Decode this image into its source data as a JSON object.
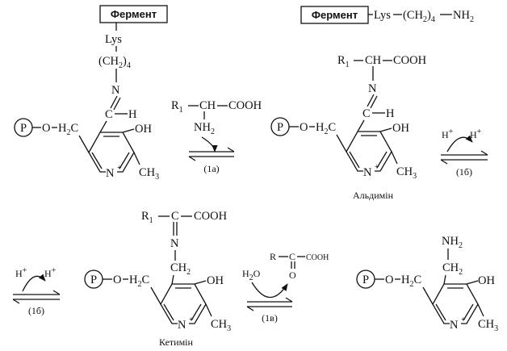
{
  "enzyme": {
    "label": "Фермент",
    "lys": "Lys",
    "ch2_4": "(CH",
    "ch2_4_close": ")",
    "nh2": "NH"
  },
  "reagents": {
    "p": "P",
    "o": "O",
    "h2c": "H",
    "ring_n": "N",
    "oh": "OH",
    "ch3": "CH",
    "imine_n": "N",
    "ch": "C",
    "h": "H",
    "r1": "R",
    "c": "C",
    "ch_label": "CH",
    "cooh": "COOH",
    "r": "R",
    "o_keto": "O",
    "h2o": "H",
    "hplus": "H"
  },
  "sub": {
    "one": "1",
    "two": "2",
    "three": "3",
    "four": "4",
    "plus": "+"
  },
  "steps": {
    "1a": "(1a)",
    "1b": "(1б)",
    "1v": "(1в)"
  },
  "names": {
    "aldimine": "Альдимін",
    "ketimine": "Кетимін"
  }
}
